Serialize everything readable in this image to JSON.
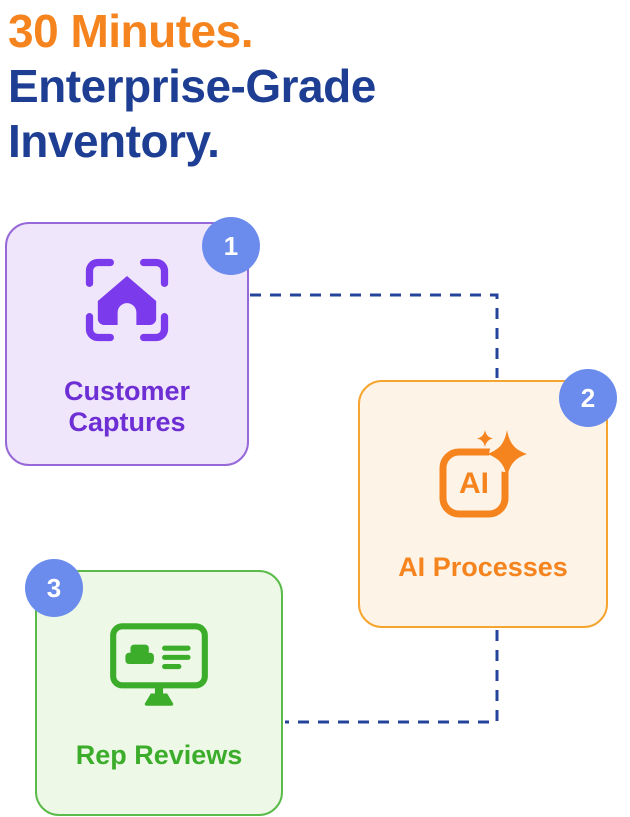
{
  "heading": {
    "line1": "30 Minutes.",
    "line2": "Enterprise-Grade",
    "line3": "Inventory.",
    "line1_color": "#F5841F",
    "line2_color": "#1D3E93"
  },
  "steps": [
    {
      "number": "1",
      "label": "Customer Captures",
      "icon": "house-capture-icon",
      "accent": "#6D2FD4",
      "border": "#9668D8",
      "background": "#EFE6FB"
    },
    {
      "number": "2",
      "label": "AI Processes",
      "icon": "ai-sparkle-icon",
      "icon_text": "AI",
      "accent": "#F5841F",
      "border": "#F5A52F",
      "background": "#FDF3E6"
    },
    {
      "number": "3",
      "label": "Rep Reviews",
      "icon": "monitor-review-icon",
      "accent": "#3CAD2B",
      "border": "#5BBB4A",
      "background": "#EDF8E6"
    }
  ],
  "badge_color": "#6B8CEC",
  "connector_color": "#24449C"
}
